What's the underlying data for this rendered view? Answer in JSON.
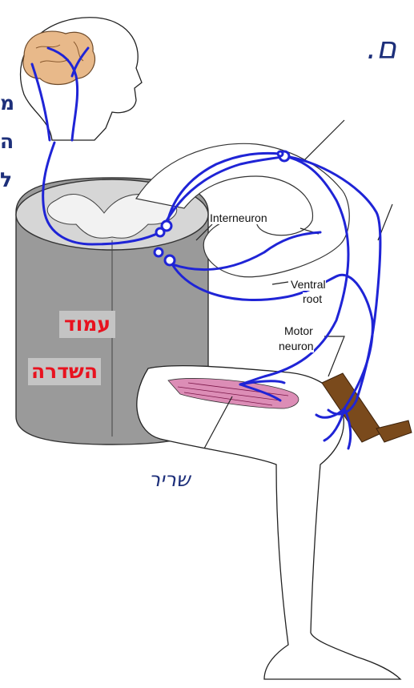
{
  "labels": {
    "interneuron": "Interneuron",
    "ventral_root_1": "Ventral",
    "ventral_root_2": "root",
    "motor_neuron_1": "Motor",
    "motor_neuron_2": "neuron",
    "spinal_cord_1": "עמוד",
    "spinal_cord_2": "השדרה",
    "muscle": "שריר"
  },
  "clipped_text": {
    "top_right": "ם.",
    "left_1": "מ",
    "left_2": "ה",
    "left_3": "ל"
  },
  "colors": {
    "nerve": "#1f24d6",
    "muscle": "#c0307a",
    "hammer": "#7a4a1c",
    "brain": "#e8b98a",
    "gray_matter": "#a8a8a8",
    "hebrew_red": "#e8121f",
    "hebrew_blue": "#1d2f7a"
  },
  "icons": {
    "reflex_hammer": "reflex-hammer-icon",
    "brain": "brain-icon"
  }
}
